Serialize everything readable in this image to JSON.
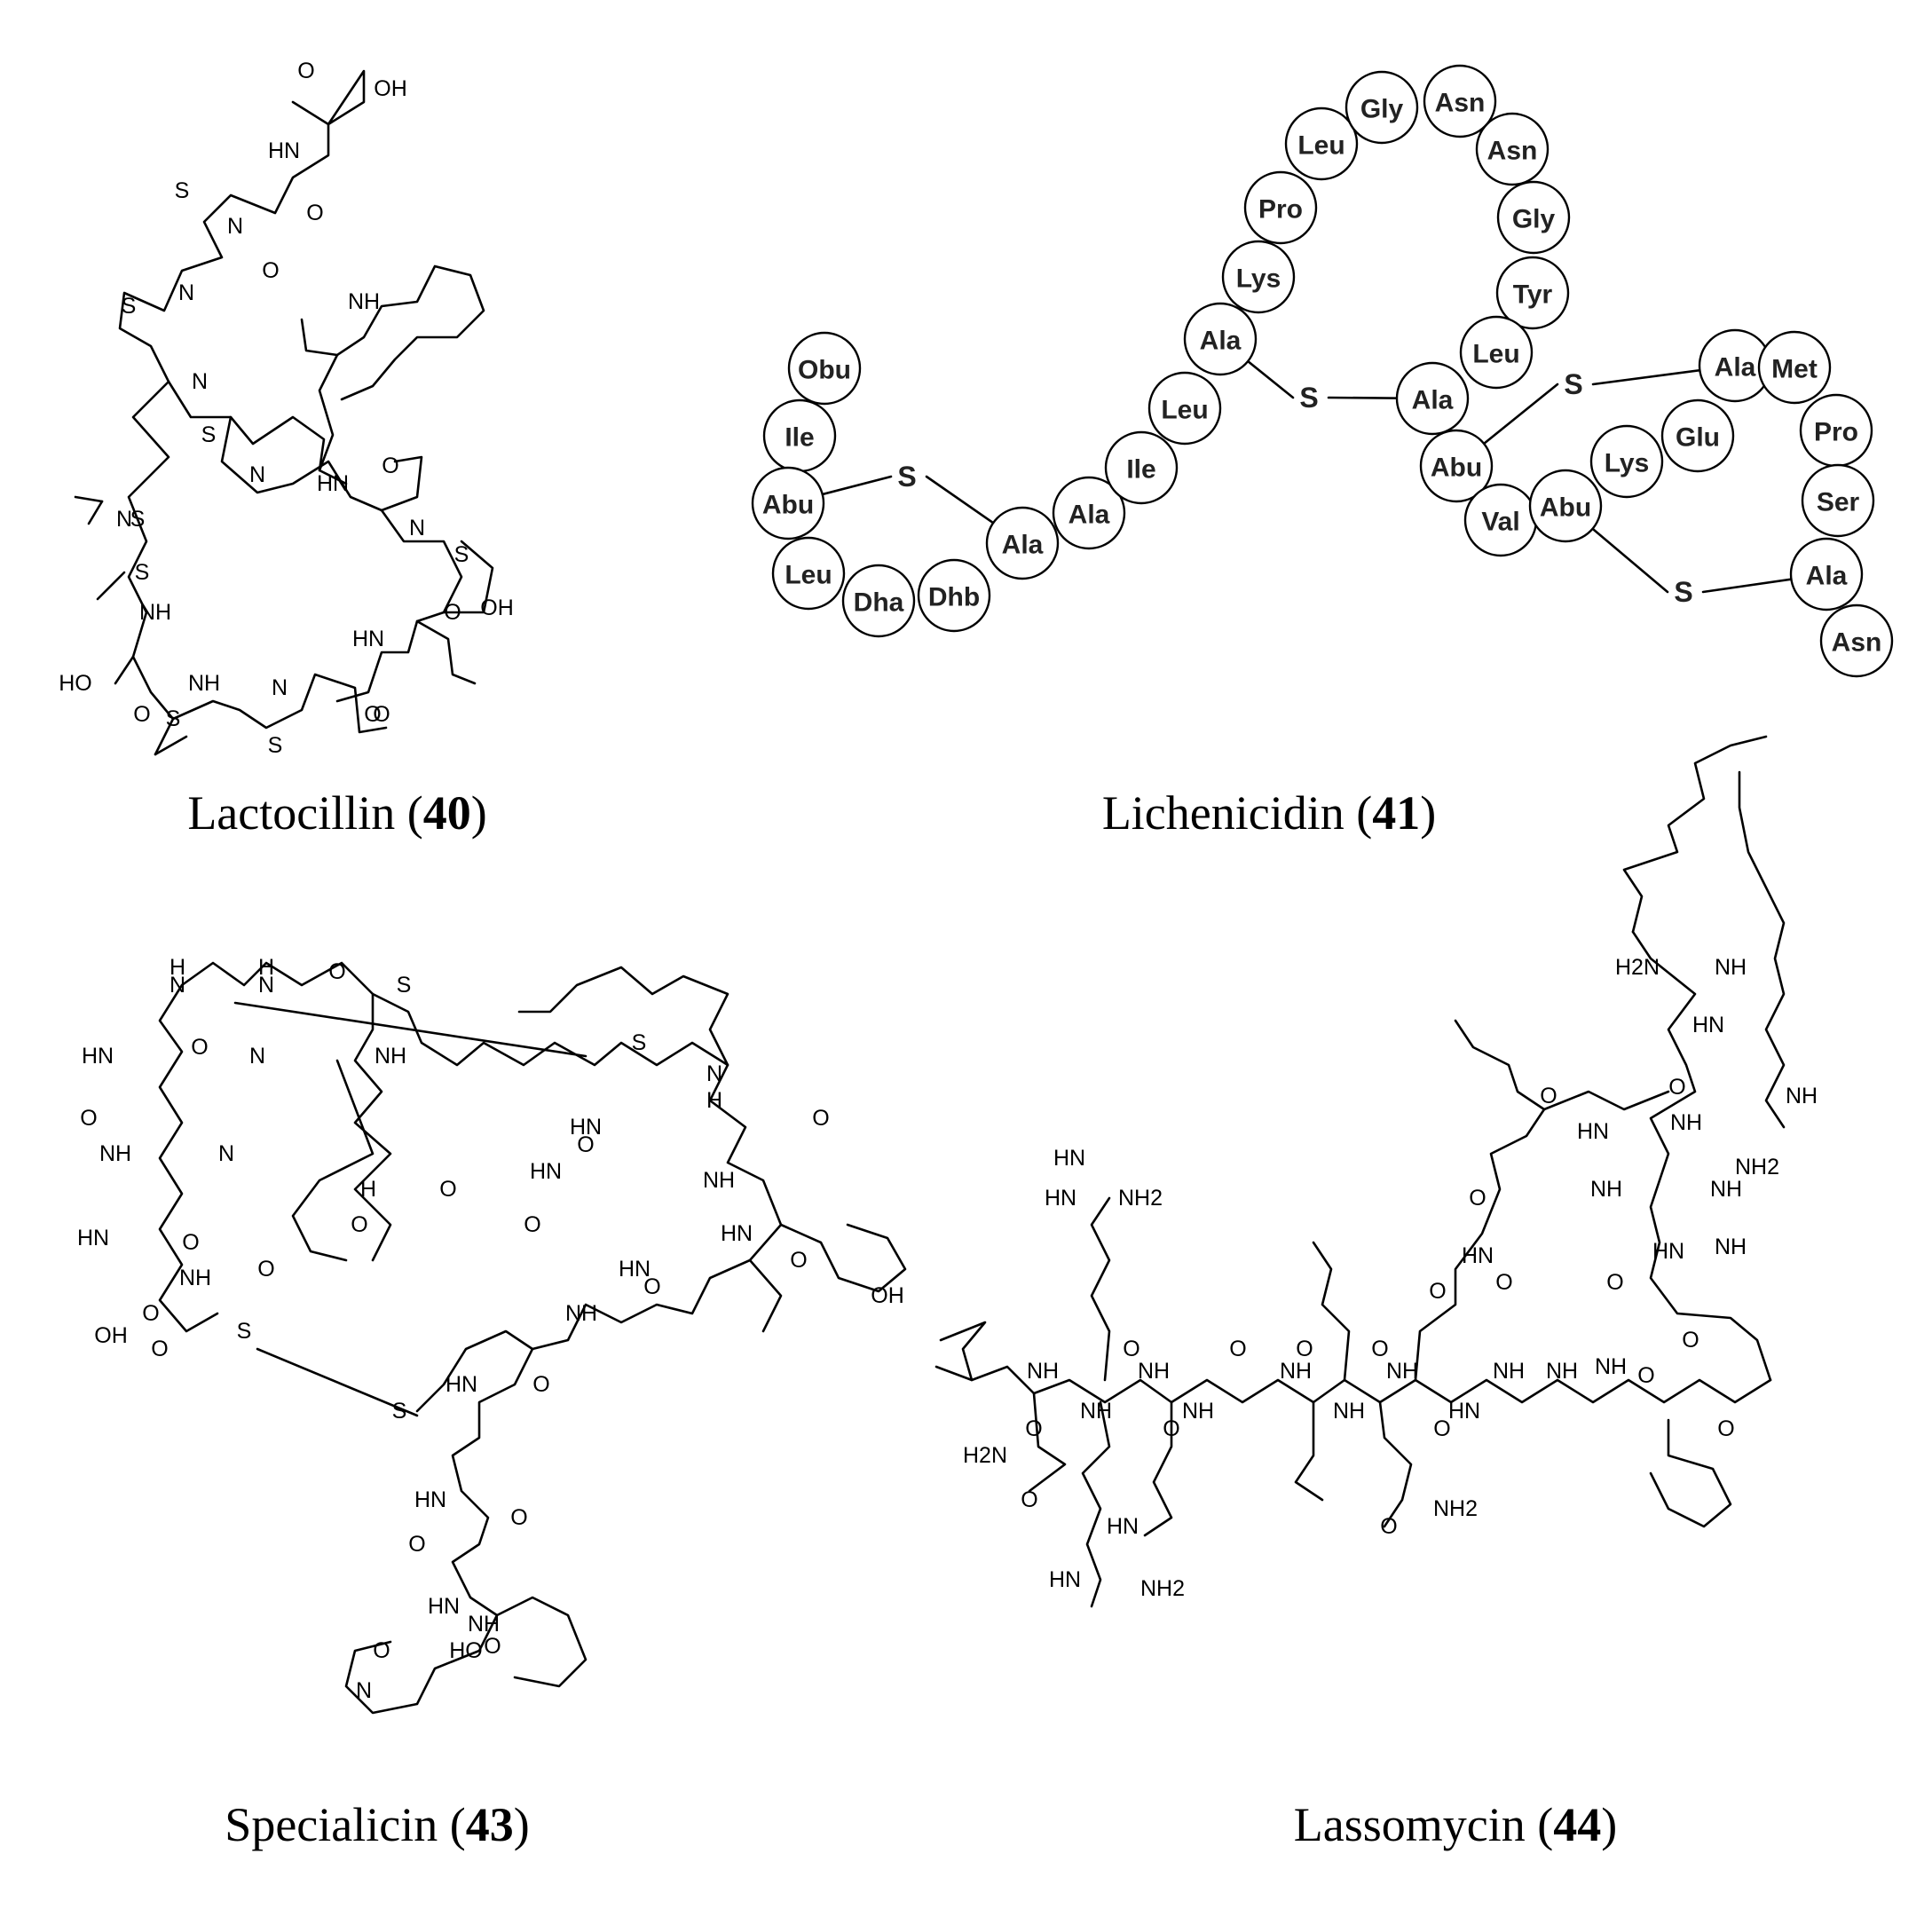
{
  "captions": [
    {
      "name": "Lactocillin",
      "number": "40"
    },
    {
      "name": "Lichenicidin",
      "number": "41"
    },
    {
      "name": "Specialicin",
      "number": "43"
    },
    {
      "name": "Lassomycin",
      "number": "44"
    }
  ],
  "lichenicidin": {
    "residues": [
      "Obu",
      "Ile",
      "Abu",
      "Leu",
      "Dha",
      "Dhb",
      "Ala",
      "Ala",
      "Ile",
      "Leu",
      "Ala",
      "Lys",
      "Pro",
      "Leu",
      "Gly",
      "Asn",
      "Asn",
      "Gly",
      "Tyr",
      "Leu",
      "Ala",
      "Abu",
      "Val",
      "Abu",
      "Lys",
      "Glu",
      "Ala",
      "Met",
      "Pro",
      "Ser",
      "Ala",
      "Asn"
    ],
    "bridge_label": "S"
  },
  "atom_labels": {
    "lactocillin": [
      "OH",
      "O",
      "HN",
      "O",
      "S",
      "N",
      "S",
      "N",
      "S",
      "O",
      "NH",
      "N",
      "N",
      "S",
      "S",
      "N",
      "HN",
      "O",
      "N",
      "S",
      "O",
      "NH",
      "OH",
      "HN",
      "O",
      "HO",
      "NH",
      "S",
      "N",
      "O",
      "O",
      "S"
    ],
    "specialicin": [
      "H",
      "N",
      "H",
      "N",
      "O",
      "S",
      "HN",
      "O",
      "NH",
      "S",
      "O",
      "O",
      "HN",
      "O",
      "NH",
      "O",
      "NH",
      "N",
      "N",
      "O",
      "H",
      "O",
      "HN",
      "O",
      "O",
      "HN",
      "N",
      "H",
      "O",
      "NH",
      "HN",
      "O",
      "HN",
      "OH",
      "O",
      "OH",
      "O",
      "S",
      "HN",
      "O",
      "NH",
      "S",
      "HN",
      "O",
      "O",
      "HN",
      "O",
      "NH",
      "N",
      "HO",
      "O"
    ],
    "lassomycin": [
      "H2N",
      "NH",
      "HN",
      "NH",
      "NH",
      "O",
      "O",
      "HN",
      "NH2",
      "HN",
      "HN",
      "NH2",
      "O",
      "NH",
      "NH",
      "HN",
      "O",
      "O",
      "NH",
      "HN",
      "O",
      "O",
      "O",
      "O",
      "O",
      "NH",
      "NH",
      "NH",
      "NH",
      "NH",
      "NH",
      "O",
      "NH",
      "NH",
      "NH",
      "NH",
      "HN",
      "O",
      "O",
      "O",
      "O",
      "O",
      "H2N",
      "HN",
      "O",
      "NH2",
      "O",
      "HN",
      "NH2"
    ]
  }
}
